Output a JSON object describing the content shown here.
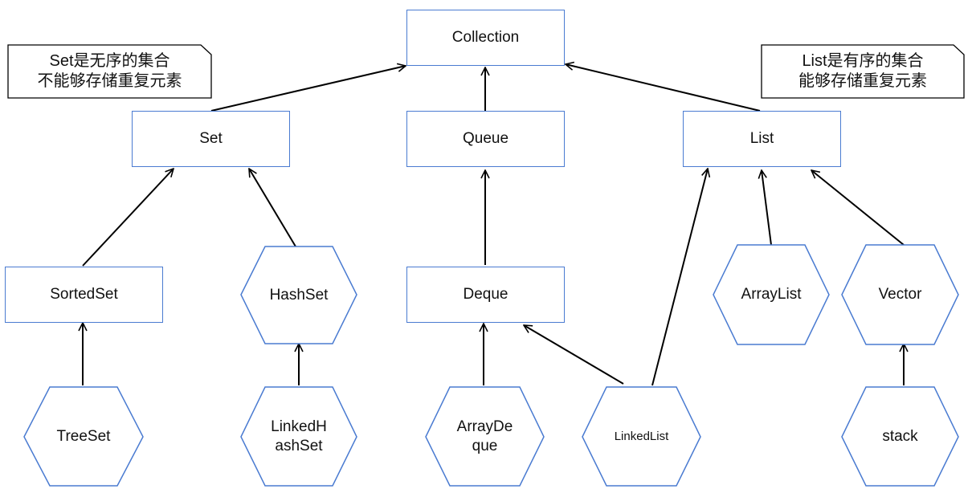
{
  "diagram": {
    "nodes": {
      "collection": "Collection",
      "set": "Set",
      "queue": "Queue",
      "list": "List",
      "sortedset": "SortedSet",
      "hashset": "HashSet",
      "deque": "Deque",
      "arraylist": "ArrayList",
      "vector": "Vector",
      "treeset": "TreeSet",
      "linkedhashset_line1": "LinkedH",
      "linkedhashset_line2": "ashSet",
      "arraydeque_line1": "ArrayDe",
      "arraydeque_line2": "que",
      "linkedlist": "LinkedList",
      "stack": "stack"
    },
    "notes": {
      "set_note_line1": "Set是无序的集合",
      "set_note_line2": "不能够存储重复元素",
      "list_note_line1": "List是有序的集合",
      "list_note_line2": "能够存储重复元素"
    },
    "colors": {
      "box_border": "#4a7bd1",
      "hex_border": "#4a7bd1",
      "arrow": "#000000",
      "note_border": "#000000"
    }
  }
}
